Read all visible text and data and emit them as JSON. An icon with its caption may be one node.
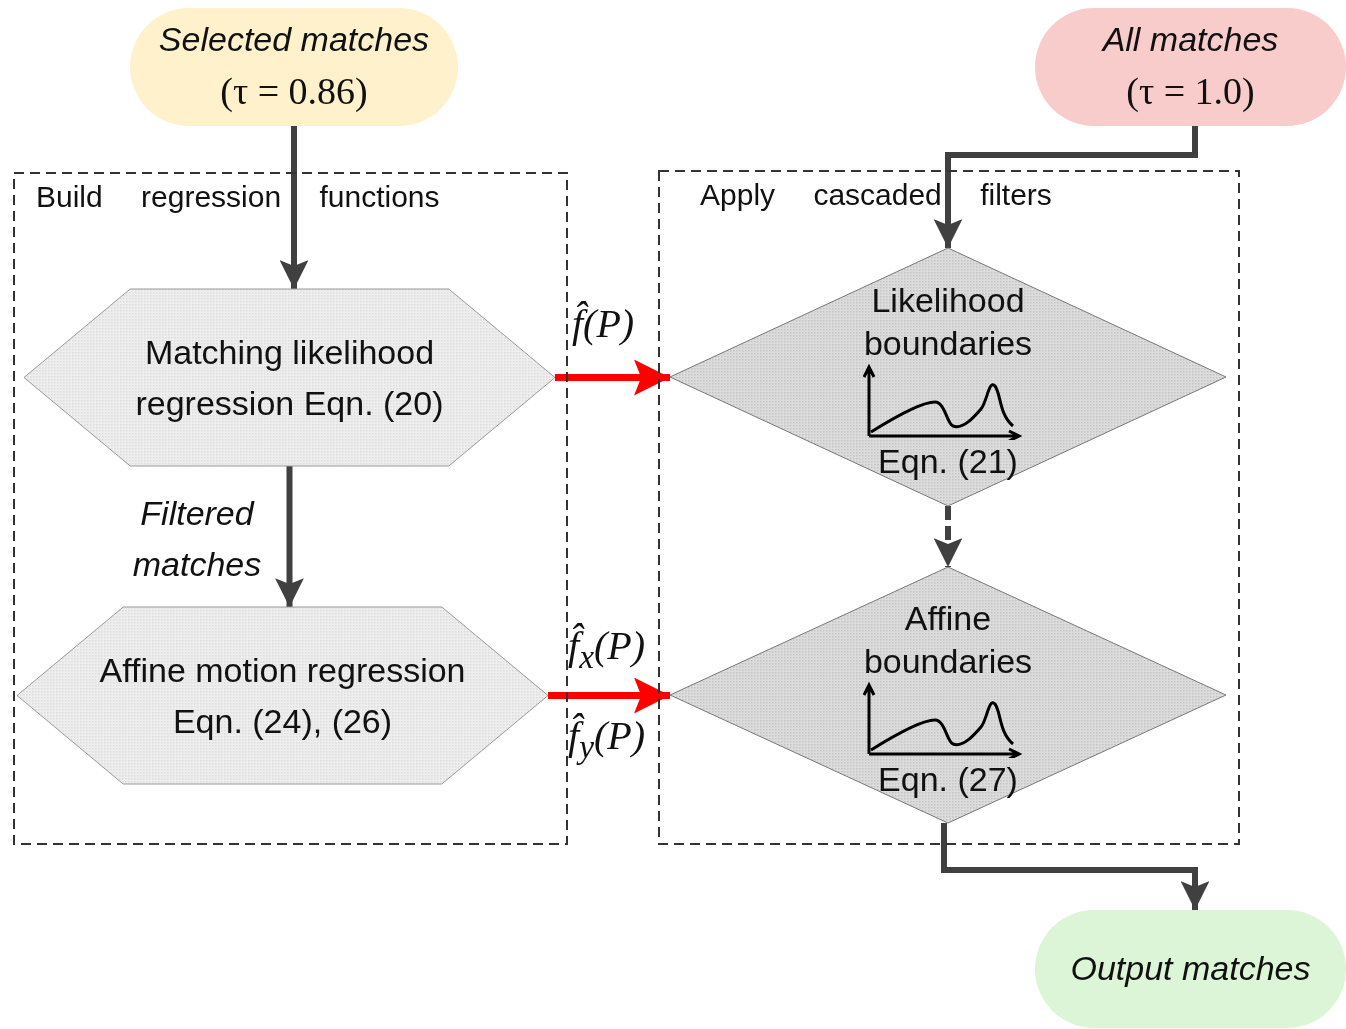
{
  "diagram": {
    "nodes": [
      {
        "text": [
          "Selected matches",
          "(τ = 0.86)"
        ]
      },
      {
        "text": [
          "All matches",
          "(τ = 1.0)"
        ]
      },
      {
        "text": [
          "Build regression functions"
        ]
      },
      {
        "text": [
          "Matching likelihood regression Eqn. (20)"
        ],
        "in": 2
      },
      {
        "text": [
          "Affine motion regression Eqn. (24), (26)"
        ],
        "in": 2
      },
      {
        "text": [
          "Apply cascaded filters"
        ]
      },
      {
        "text": [
          "Likelihood boundaries",
          "Eqn. (21)"
        ],
        "in": 5
      },
      {
        "text": [
          "Affine boundaries",
          "Eqn. (27)"
        ],
        "in": 5
      },
      {
        "text": [
          "Output matches"
        ]
      }
    ],
    "edges": [
      {
        "from": 0,
        "to": 3,
        "arrow": "to"
      },
      {
        "from": 3,
        "to": 4,
        "arrow": "to",
        "label": "Filtered matches"
      },
      {
        "from": 1,
        "to": 6,
        "arrow": "to"
      },
      {
        "from": 3,
        "to": 6,
        "arrow": "to",
        "label": "f̂(P)",
        "color": "#ff0000"
      },
      {
        "from": 4,
        "to": 7,
        "arrow": "to",
        "label": "f̂$_{x}$(P)",
        "color": "#ff0000"
      },
      {
        "from": 6,
        "to": 7,
        "arrow": "to",
        "style": "dashed"
      },
      {
        "from": 7,
        "to": 8,
        "arrow": "to"
      }
    ],
    "labels": [
      "f̂$_{y}$(P)"
    ]
  }
}
